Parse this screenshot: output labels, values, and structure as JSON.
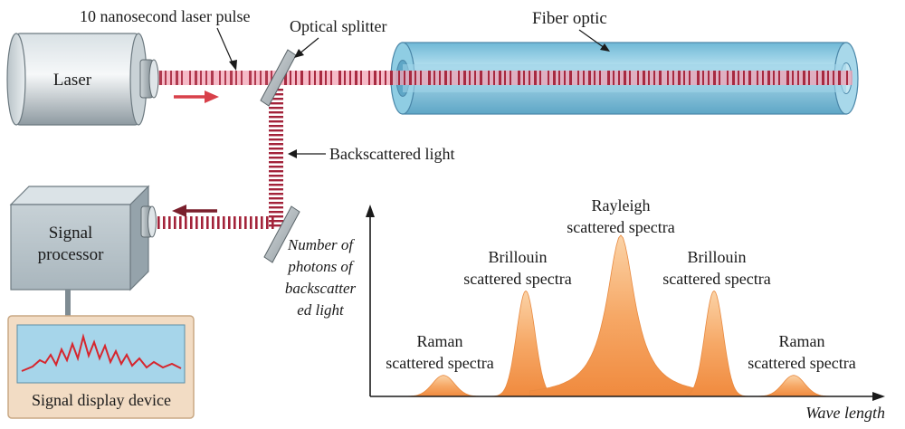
{
  "labels": {
    "pulse": "10 nanosecond laser pulse",
    "splitter": "Optical splitter",
    "fiber": "Fiber optic",
    "laser": "Laser",
    "backscattered": "Backscattered light",
    "processor_line1": "Signal",
    "processor_line2": "processor",
    "display": "Signal display device",
    "yaxis_line1": "Number of",
    "yaxis_line2": "photons of",
    "yaxis_line3": "backscatter",
    "yaxis_line4": "ed light",
    "xaxis": "Wave length"
  },
  "spectra": [
    {
      "line1": "Raman",
      "line2": "scattered spectra",
      "rel_height": 0.11
    },
    {
      "line1": "Brillouin",
      "line2": "scattered spectra",
      "rel_height": 0.55
    },
    {
      "line1": "Rayleigh",
      "line2": "scattered spectra",
      "rel_height": 0.84
    },
    {
      "line1": "Brillouin",
      "line2": "scattered spectra",
      "rel_height": 0.55
    },
    {
      "line1": "Raman",
      "line2": "scattered spectra",
      "rel_height": 0.11
    }
  ],
  "colors": {
    "beam": "#f3a3b4",
    "dash": "#a3233a",
    "fiber": "#8fcde3",
    "fiber_edge": "#4a86a8",
    "device": "#b7c4cb",
    "peak": "#f4a15d",
    "arrow_out": "#d8404a",
    "arrow_back": "#7a1f2c",
    "screen": "#a6d5ea",
    "trace": "#d6262e"
  }
}
